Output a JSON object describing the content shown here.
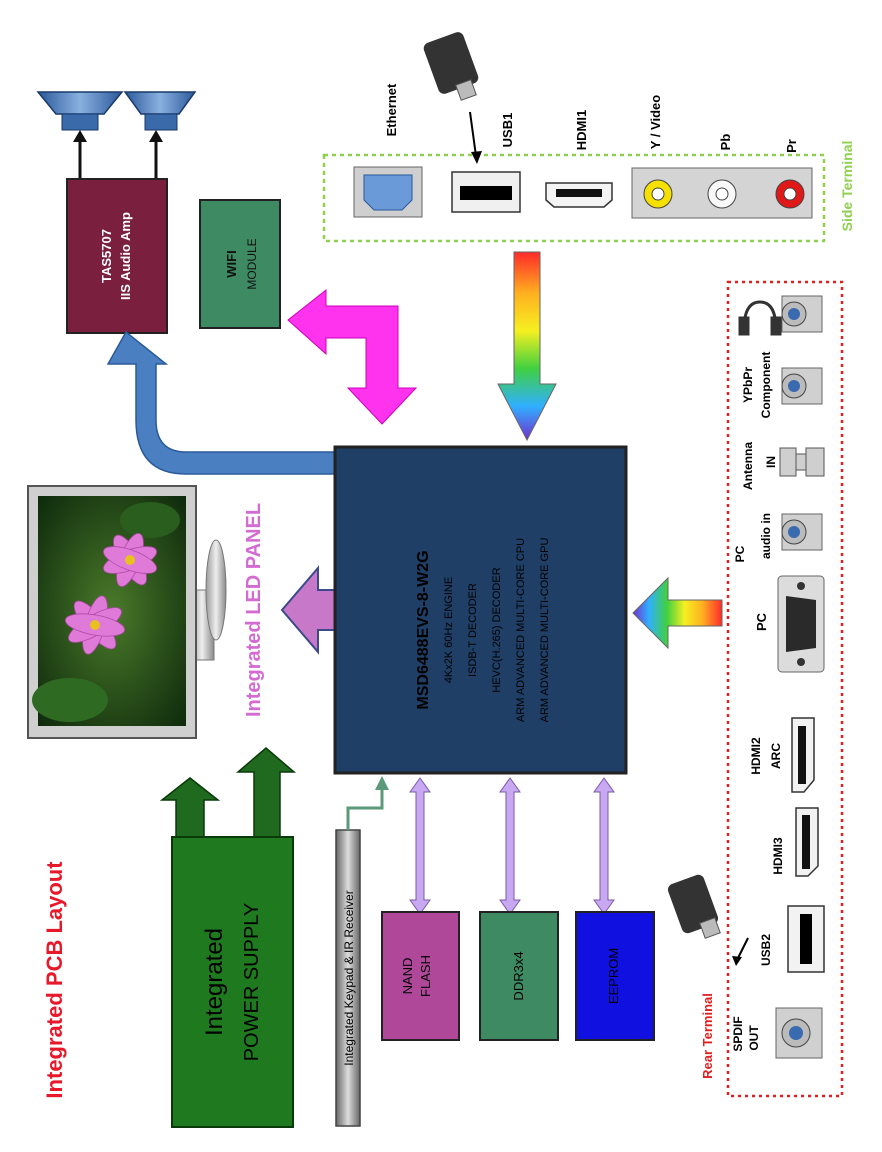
{
  "title": "Integrated PCB Layout",
  "soc": {
    "name": "MSD6488EVS-8-W2G",
    "features": [
      "4Kx2K 60Hz ENGINE",
      "ISDB-T DECODER",
      "HEVC(H.265) DECODER",
      "ARM ADVANCED MULTI-CORE CPU",
      "ARM ADVANCED MULTI-CORE GPU"
    ]
  },
  "audio_amp": {
    "line1": "TAS5707",
    "line2": "IIS Audio Amp"
  },
  "wifi": {
    "line1": "WIFI",
    "line2": "MODULE"
  },
  "panel_label": "Integrated LED  PANEL",
  "power": {
    "line1": "Integrated",
    "line2": "POWER SUPPLY"
  },
  "keypad_label": "Integrated Keypad & IR Receiver",
  "memory": {
    "nand": {
      "line1": "NAND",
      "line2": "FLASH"
    },
    "ddr": "DDR3x4",
    "eeprom": "EEPROM"
  },
  "side_terminal": {
    "title": "Side  Terminal",
    "ports": [
      "Ethernet",
      "USB1",
      "HDMI1",
      "Y / Video",
      "Pb",
      "Pr"
    ]
  },
  "rear_terminal": {
    "title": "Rear Terminal",
    "headphone": "",
    "ypbpr": {
      "line1": "YPbPr",
      "line2": "Component"
    },
    "antenna": {
      "line1": "Antenna",
      "line2": "IN"
    },
    "pc_audio": {
      "line1": "PC",
      "line2": "audio in"
    },
    "pc": "PC",
    "hdmi2": {
      "line1": "HDMI2",
      "line2": "ARC"
    },
    "hdmi3": "HDMI3",
    "usb2": "USB2",
    "spdif": {
      "line1": "SPDIF",
      "line2": "OUT"
    }
  },
  "colors": {
    "title_red": "#e8182b",
    "soc_blue": "#1f3f66",
    "amp_maroon": "#7a1f3d",
    "wifi_green": "#3e8a63",
    "power_green": "#1f7a1f",
    "nand_purple": "#b0489a",
    "ddr_green": "#3e8a63",
    "eeprom_blue": "#1010e0",
    "magenta_arrow": "#ff33ee",
    "side_border": "#8fd14f",
    "rear_border": "#e02020",
    "panel_label": "#d36bd3"
  }
}
